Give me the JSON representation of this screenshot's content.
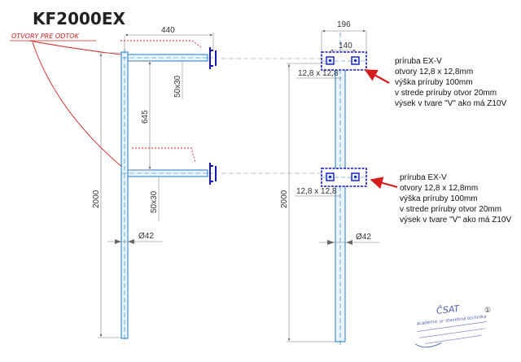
{
  "title": "KF2000EX",
  "handwritten_note": "OTVORY PRE ODTOK",
  "dimensions": {
    "arm_length": "440",
    "arm_gap": "645",
    "arm_profile_top": "50x30",
    "arm_profile_bottom": "50x30",
    "height_left": "2000",
    "diameter_left": "Ø42",
    "flange_width_outer": "196",
    "flange_width_inner": "140",
    "hole_size_top": "12,8 x 12,8",
    "hole_size_bottom": "12,8 x 12,8",
    "height_right": "2000",
    "diameter_right": "Ø42"
  },
  "notes": {
    "top": [
      "príruba   EX-V",
      "otvory  12,8 x 12,8mm",
      "výška príruby 100mm",
      "v strede príruby otvor 20mm",
      "výsek v tvare \"V\"  ako má Z10V"
    ],
    "bottom": [
      "príruba   EX-V",
      "otvory  12,8 x 12,8mm",
      "výška príruby 100mm",
      "v strede príruby otvor 20mm",
      "výsek v tvare \"V\"  ako má Z10V"
    ]
  },
  "stamp": {
    "name": "ČSAT",
    "subtitle": "academic or stavebná technika",
    "number_mark": "①"
  },
  "colors": {
    "pipe_fill": "#e9f4fb",
    "pipe_stroke": "#1f78c8",
    "flange_stroke": "#1515c0",
    "dim_line": "#777777",
    "annotation_red": "#d41e1e",
    "stamp_blue": "#5060a8"
  }
}
